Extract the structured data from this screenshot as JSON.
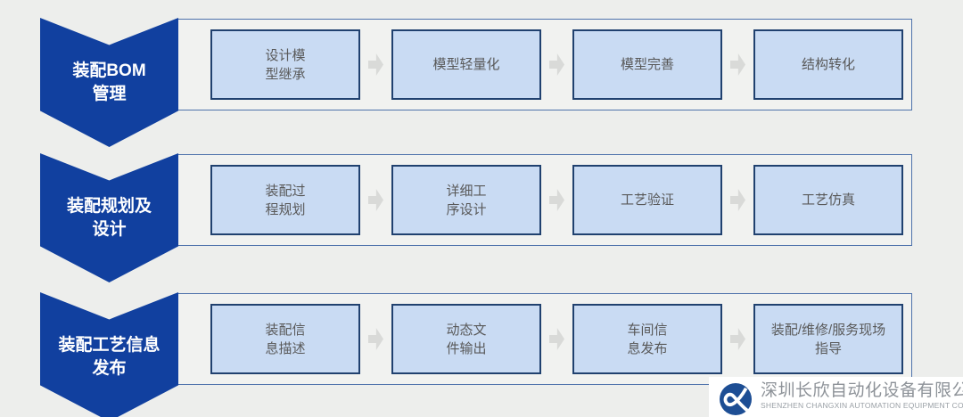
{
  "diagram": {
    "stages": [
      {
        "banner": "装配BOM\n管理",
        "steps": [
          "设计模\n型继承",
          "模型轻量化",
          "模型完善",
          "结构转化"
        ]
      },
      {
        "banner": "装配规划及\n设计",
        "steps": [
          "装配过\n程规划",
          "详细工\n序设计",
          "工艺验证",
          "工艺仿真"
        ]
      },
      {
        "banner": "装配工艺信息\n发布",
        "steps": [
          "装配信\n息描述",
          "动态文\n件输出",
          "车间信\n息发布",
          "装配/维修/服务现场\n指导"
        ]
      }
    ]
  },
  "watermark": {
    "company_cn": "深圳长欣自动化设备有限公司",
    "company_en": "SHENZHEN CHANGXIN AUTOMATION EQUIPMENT CO. LTD"
  },
  "icons": {
    "step_connector": "arrow-right-icon",
    "logo": "changxin-logo-icon"
  },
  "colors": {
    "background": "#edeeec",
    "banner_blue": "#11409f",
    "track_border": "#4e72ab",
    "step_fill": "#c9dbf3",
    "step_border": "#20416f",
    "step_text": "#595959",
    "arrow_gray": "#d9dad8",
    "logo_blue": "#1d4e94",
    "watermark_text": "#8d9298"
  }
}
